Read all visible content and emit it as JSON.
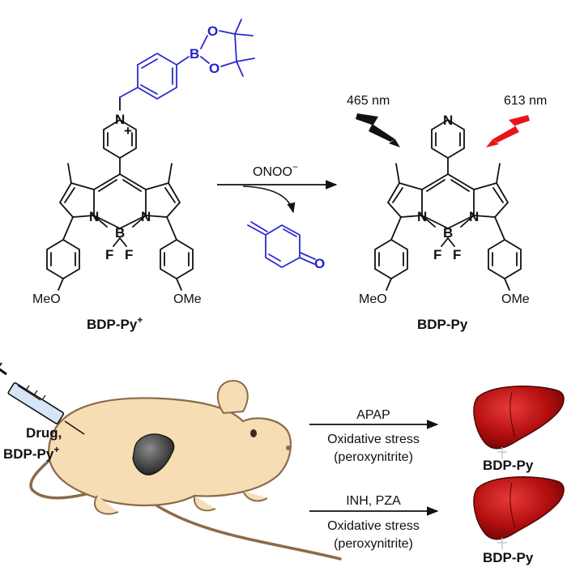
{
  "reactant": {
    "name": "BDP-Py",
    "charge": "+",
    "substituent": "MeO",
    "substituent_right": "OMe"
  },
  "product": {
    "name": "BDP-Py",
    "substituent": "MeO",
    "substituent_right": "OMe"
  },
  "reagent": {
    "formula": "ONOO",
    "charge": "−"
  },
  "atoms": {
    "N": "N",
    "B": "B",
    "F": "F",
    "O": "O",
    "plus": "+"
  },
  "emission": {
    "off": "465 nm",
    "on": "613 nm"
  },
  "mouse": {
    "injection_line1": "Drug,",
    "injection_line2": "BDP-Py",
    "injection_charge": "+"
  },
  "conditions": [
    {
      "drug": "APAP",
      "line1": "Oxidative stress",
      "line2": "(peroxynitrite)",
      "result": "BDP-Py"
    },
    {
      "drug": "INH, PZA",
      "line1": "Oxidative stress",
      "line2": "(peroxynitrite)",
      "result": "BDP-Py"
    }
  ],
  "colors": {
    "boronate": "#2a2ad0",
    "liver": "#b30f0f",
    "mouse": "#f6ddb4",
    "red_bolt": "#e8141a"
  }
}
